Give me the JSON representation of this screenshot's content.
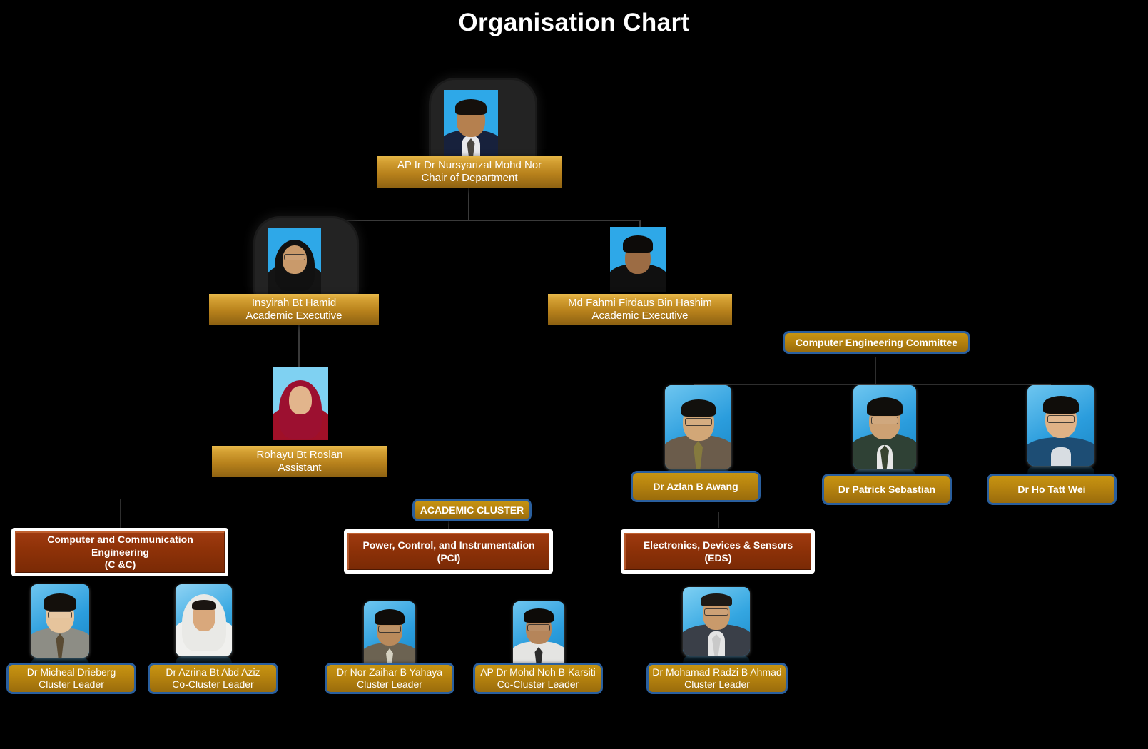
{
  "title": "Organisation Chart",
  "colors": {
    "background": "#000000",
    "banner_gold": "#c79411",
    "plate_gold": "#b8850f",
    "plate_border_blue": "#2a5f9e",
    "cluster_red": "#8f3208",
    "cluster_frame": "#ffffff",
    "text": "#ffffff"
  },
  "head": {
    "name": "AP Ir Dr Nursyarizal Mohd Nor",
    "role": "Chair  of  Department",
    "photo": "portrait-photo"
  },
  "executives": [
    {
      "name": "Insyirah Bt Hamid",
      "role": "Academic Executive",
      "photo": "portrait-photo"
    },
    {
      "name": "Md Fahmi Firdaus Bin Hashim",
      "role": "Academic Executive",
      "photo": "portrait-photo"
    }
  ],
  "assistant": {
    "name": "Rohayu Bt Roslan",
    "role": "Assistant",
    "photo": "portrait-photo"
  },
  "committee": {
    "label": "Computer Engineering Committee",
    "members": [
      {
        "name": "Dr Azlan B Awang",
        "photo": "portrait-photo"
      },
      {
        "name": "Dr Patrick Sebastian",
        "photo": "portrait-photo"
      },
      {
        "name": "Dr Ho Tatt Wei",
        "photo": "portrait-photo"
      }
    ]
  },
  "academic_cluster": {
    "label": "ACADEMIC CLUSTER",
    "clusters": [
      {
        "name_lines": [
          "Computer and Communication",
          "Engineering",
          "(C &C)"
        ],
        "members": [
          {
            "name": "Dr Micheal Drieberg",
            "role": "Cluster Leader",
            "photo": "portrait-photo"
          },
          {
            "name": "Dr Azrina Bt Abd Aziz",
            "role": "Co-Cluster Leader",
            "photo": "portrait-photo"
          }
        ]
      },
      {
        "name_lines": [
          "Power, Control, and Instrumentation",
          "(PCI)"
        ],
        "members": [
          {
            "name": "Dr Nor Zaihar B Yahaya",
            "role": "Cluster Leader",
            "photo": "portrait-photo"
          },
          {
            "name": "AP Dr Mohd Noh B Karsiti",
            "role": "Co-Cluster Leader",
            "photo": "portrait-photo"
          }
        ]
      },
      {
        "name_lines": [
          "Electronics, Devices & Sensors",
          "(EDS)"
        ],
        "members": [
          {
            "name": "Dr Mohamad Radzi  B Ahmad",
            "role": "Cluster Leader",
            "photo": "portrait-photo"
          }
        ]
      }
    ]
  }
}
